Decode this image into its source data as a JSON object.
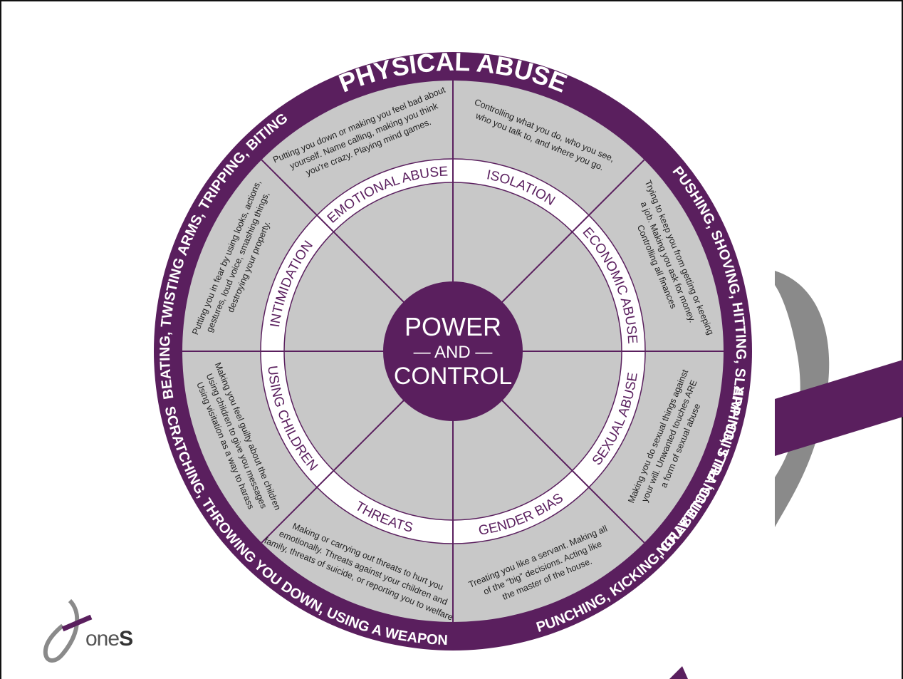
{
  "wheel": {
    "title": "PHYSICAL ABUSE",
    "outer_ring": {
      "top_right": "PUSHING, SHOVING, HITTING, SLAPPING, STRANGULATION",
      "bottom_right": "PUNCHING, KICKING, GRABBING, PULLING HAIR",
      "bottom_left": "SCRATCHING, THROWING YOU DOWN, USING A WEAPON",
      "top_left": "BEATING, TWISTING ARMS, TRIPPING, BITING"
    },
    "center": {
      "line1": "POWER",
      "line2": "AND",
      "line3": "CONTROL"
    },
    "segments": [
      {
        "label": "ISOLATION",
        "desc": [
          "Controlling what you do, who you see,",
          "who you talk to, and where you go."
        ]
      },
      {
        "label": "ECONOMIC ABUSE",
        "desc": [
          "Trying to keep you from getting or keeping",
          "a job. Making you ask for money.",
          "Controlling all finances"
        ]
      },
      {
        "label": "SEXUAL ABUSE",
        "desc": [
          "Making you do sexual things against",
          "your will. Unwanted touches ARE",
          "a form of sexual abuse"
        ]
      },
      {
        "label": "GENDER BIAS",
        "desc": [
          "Treating you like a servant. Making all",
          "of the “big” decisions. Acting like",
          "the master of the house."
        ]
      },
      {
        "label": "THREATS",
        "desc": [
          "Making or carrying out threats to hurt you",
          "emotionally. Threats against your children and",
          "family, threats of suicide, or reporting you to welfare"
        ]
      },
      {
        "label": "USING CHILDREN",
        "desc": [
          "Making you feel guilty about the children",
          "Using children to give you messages",
          "Using visitation as a way to harass"
        ]
      },
      {
        "label": "INTIMIDATION",
        "desc": [
          "Putting you in fear by using looks, actions,",
          "gestures, loud voice, smashing things,",
          "destroying your property."
        ]
      },
      {
        "label": "EMOTIONAL ABUSE",
        "desc": [
          "Putting you down or making you feel bad about",
          "yourself. Name calling, making you think",
          "you're crazy. Playing mind games."
        ]
      }
    ],
    "colors": {
      "purple": "#5a1f5e",
      "gray": "#c8c8c8",
      "logo_gray": "#8a8a8a"
    }
  },
  "brand": {
    "text": "one",
    "cut_letter": "S"
  }
}
